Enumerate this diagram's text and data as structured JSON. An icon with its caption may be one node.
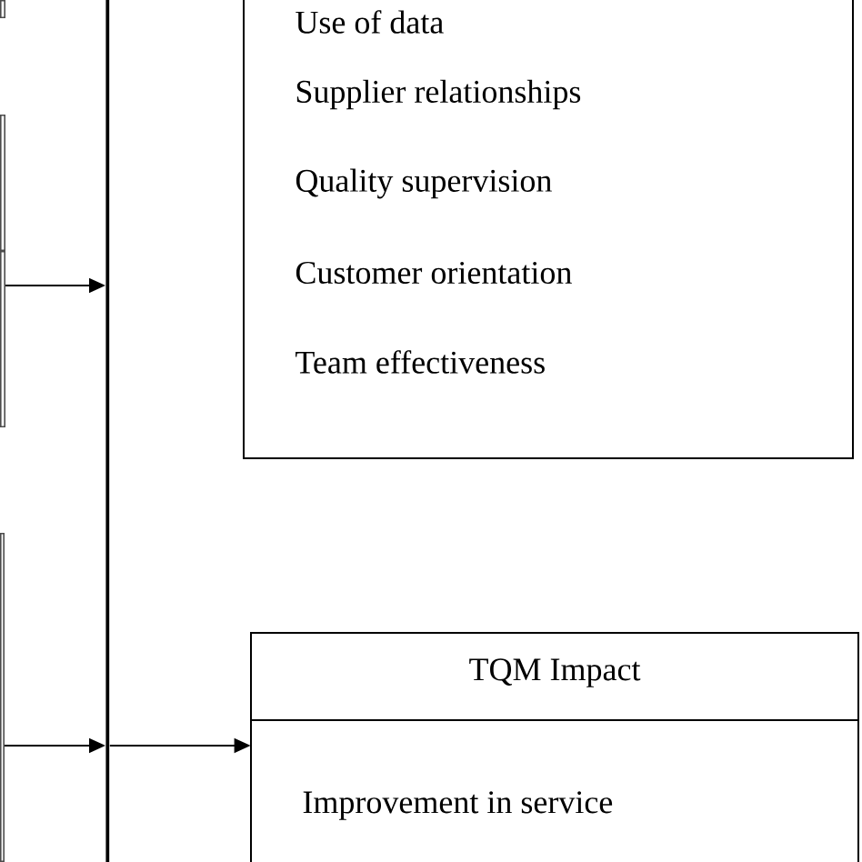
{
  "diagram": {
    "nodes": [
      {
        "text": [],
        "shape": "box"
      },
      {
        "text": [],
        "shape": "box"
      },
      {
        "text": [],
        "shape": "box"
      },
      {
        "text": [],
        "shape": "box"
      },
      {
        "text": [],
        "shape": "bar"
      },
      {
        "text": [
          "Use of data",
          "Supplier relationships",
          "Quality supervision",
          "Customer orientation",
          "Team effectiveness"
        ]
      },
      {
        "text": [
          "TQM Impact",
          "Improvement in service"
        ]
      }
    ],
    "edges": [
      {
        "from": 2,
        "to": 4,
        "arrow": "to"
      },
      {
        "from": 3,
        "to": 4,
        "arrow": "to"
      },
      {
        "from": 4,
        "to": 6,
        "arrow": "to"
      }
    ]
  }
}
